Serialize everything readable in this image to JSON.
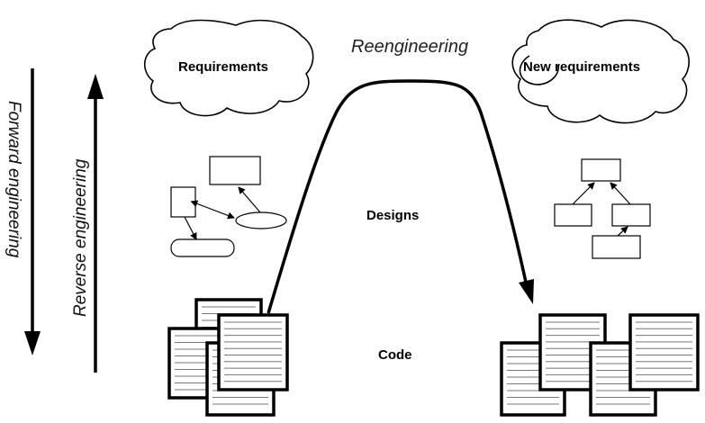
{
  "labels": {
    "requirements": "Requirements",
    "new_requirements": "New requirements",
    "reengineering": "Reengineering",
    "designs": "Designs",
    "code": "Code",
    "forward_engineering": "Forward engineering",
    "reverse_engineering": "Reverse engineering"
  }
}
